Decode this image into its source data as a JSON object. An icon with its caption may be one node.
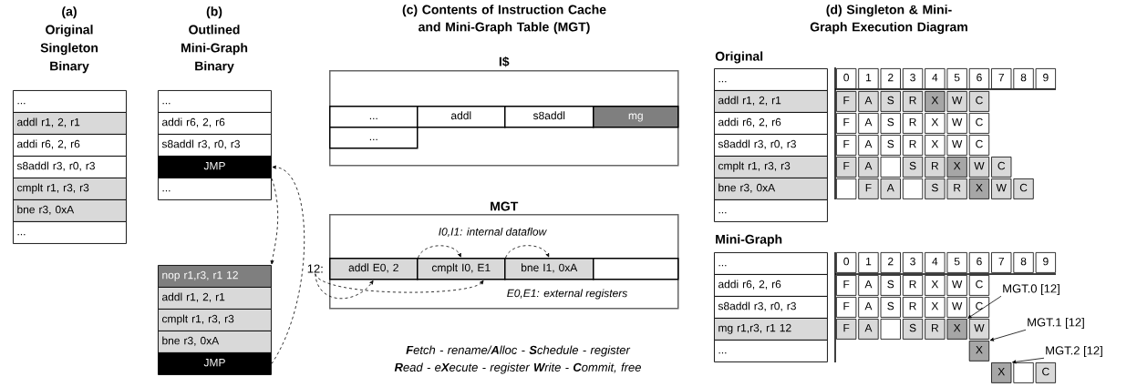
{
  "diagram": {
    "nodes": [
      {
        "text": [
          "..."
        ]
      },
      {
        "text": [
          "addl r1, 2, r1"
        ]
      },
      {
        "text": [
          "addi r6, 2, r6"
        ]
      },
      {
        "text": [
          "s8addl r3, r0, r3"
        ]
      },
      {
        "text": [
          "cmplt r1, r3, r3"
        ]
      },
      {
        "text": [
          "bne r3, 0xA"
        ]
      },
      {
        "text": [
          "..."
        ]
      },
      {
        "text": [
          "..."
        ]
      },
      {
        "text": [
          "addi r6, 2, r6"
        ]
      },
      {
        "text": [
          "s8addl r3, r0, r3"
        ]
      },
      {
        "text": [
          "JMP"
        ]
      },
      {
        "text": [
          "..."
        ]
      },
      {
        "text": [
          "nop r1,r3, r1 12"
        ]
      },
      {
        "text": [
          "addl r1, 2, r1"
        ]
      },
      {
        "text": [
          "cmplt r1, r3, r3"
        ]
      },
      {
        "text": [
          "bne r3, 0xA"
        ]
      },
      {
        "text": [
          "JMP"
        ]
      },
      {
        "text": [
          "I$"
        ]
      },
      {
        "text": [
          "..."
        ],
        "in": 17
      },
      {
        "text": [
          "addl"
        ],
        "in": 17
      },
      {
        "text": [
          "s8addl"
        ],
        "in": 17
      },
      {
        "text": [
          "mg"
        ],
        "in": 17
      },
      {
        "text": [
          "..."
        ],
        "in": 17
      },
      {
        "text": [
          "MGT"
        ]
      },
      {
        "text": [
          "12:"
        ]
      },
      {
        "text": [
          "addl E0, 2"
        ],
        "in": 23
      },
      {
        "text": [
          "cmplt I0, E1"
        ],
        "in": 23
      },
      {
        "text": [
          "bne I1, 0xA"
        ],
        "in": 23
      },
      {
        "text": [],
        "shape": "box",
        "in": 23
      },
      {
        "text": [
          "..."
        ]
      },
      {
        "text": [
          "addl r1, 2, r1"
        ]
      },
      {
        "text": [
          "addi r6, 2, r6"
        ]
      },
      {
        "text": [
          "s8addl r3, r0, r3"
        ]
      },
      {
        "text": [
          "cmplt r1, r3, r3"
        ]
      },
      {
        "text": [
          "bne r3, 0xA"
        ]
      },
      {
        "text": [
          "..."
        ]
      },
      {
        "text": [
          "0"
        ]
      },
      {
        "text": [
          "1"
        ]
      },
      {
        "text": [
          "2"
        ]
      },
      {
        "text": [
          "3"
        ]
      },
      {
        "text": [
          "4"
        ]
      },
      {
        "text": [
          "5"
        ]
      },
      {
        "text": [
          "6"
        ]
      },
      {
        "text": [
          "7"
        ]
      },
      {
        "text": [
          "8"
        ]
      },
      {
        "text": [
          "9"
        ]
      },
      {
        "text": [
          "F"
        ]
      },
      {
        "text": [
          "A"
        ]
      },
      {
        "text": [
          "S"
        ]
      },
      {
        "text": [
          "R"
        ]
      },
      {
        "text": [
          "X"
        ]
      },
      {
        "text": [
          "W"
        ]
      },
      {
        "text": [
          "C"
        ]
      },
      {
        "text": [
          "F"
        ]
      },
      {
        "text": [
          "A"
        ]
      },
      {
        "text": [
          "S"
        ]
      },
      {
        "text": [
          "R"
        ]
      },
      {
        "text": [
          "X"
        ]
      },
      {
        "text": [
          "W"
        ]
      },
      {
        "text": [
          "C"
        ]
      },
      {
        "text": [
          "F"
        ]
      },
      {
        "text": [
          "A"
        ]
      },
      {
        "text": [
          "S"
        ]
      },
      {
        "text": [
          "R"
        ]
      },
      {
        "text": [
          "X"
        ]
      },
      {
        "text": [
          "W"
        ]
      },
      {
        "text": [
          "C"
        ]
      },
      {
        "text": [
          "F"
        ]
      },
      {
        "text": [
          "A"
        ]
      },
      {
        "text": [],
        "shape": "box"
      },
      {
        "text": [
          "S"
        ]
      },
      {
        "text": [
          "R"
        ]
      },
      {
        "text": [
          "X"
        ]
      },
      {
        "text": [
          "W"
        ]
      },
      {
        "text": [
          "C"
        ]
      },
      {
        "text": [],
        "shape": "box"
      },
      {
        "text": [
          "F"
        ]
      },
      {
        "text": [
          "A"
        ]
      },
      {
        "text": [],
        "shape": "box"
      },
      {
        "text": [
          "S"
        ]
      },
      {
        "text": [
          "R"
        ]
      },
      {
        "text": [
          "X"
        ]
      },
      {
        "text": [
          "W"
        ]
      },
      {
        "text": [
          "C"
        ]
      },
      {
        "text": [
          "..."
        ]
      },
      {
        "text": [
          "addi r6, 2, r6"
        ]
      },
      {
        "text": [
          "s8addl r3, r0, r3"
        ]
      },
      {
        "text": [
          "mg r1,r3, r1 12"
        ]
      },
      {
        "text": [
          "..."
        ]
      },
      {
        "text": [
          "0"
        ]
      },
      {
        "text": [
          "1"
        ]
      },
      {
        "text": [
          "2"
        ]
      },
      {
        "text": [
          "3"
        ]
      },
      {
        "text": [
          "4"
        ]
      },
      {
        "text": [
          "5"
        ]
      },
      {
        "text": [
          "6"
        ]
      },
      {
        "text": [
          "7"
        ]
      },
      {
        "text": [
          "8"
        ]
      },
      {
        "text": [
          "9"
        ]
      },
      {
        "text": [
          "F"
        ]
      },
      {
        "text": [
          "A"
        ]
      },
      {
        "text": [
          "S"
        ]
      },
      {
        "text": [
          "R"
        ]
      },
      {
        "text": [
          "X"
        ]
      },
      {
        "text": [
          "W"
        ]
      },
      {
        "text": [
          "C"
        ]
      },
      {
        "text": [
          "F"
        ]
      },
      {
        "text": [
          "A"
        ]
      },
      {
        "text": [
          "S"
        ]
      },
      {
        "text": [
          "R"
        ]
      },
      {
        "text": [
          "X"
        ]
      },
      {
        "text": [
          "W"
        ]
      },
      {
        "text": [
          "C"
        ]
      },
      {
        "text": [
          "F"
        ]
      },
      {
        "text": [
          "A"
        ]
      },
      {
        "text": [],
        "shape": "box"
      },
      {
        "text": [
          "S"
        ]
      },
      {
        "text": [
          "R"
        ]
      },
      {
        "text": [
          "X"
        ]
      },
      {
        "text": [
          "W"
        ]
      },
      {
        "text": [
          "X"
        ]
      },
      {
        "text": [
          "X"
        ]
      },
      {
        "text": [],
        "shape": "box"
      },
      {
        "text": [
          "C"
        ]
      },
      {
        "text": [
          "MGT.0 [12]"
        ]
      },
      {
        "text": [
          "MGT.1 [12]"
        ]
      },
      {
        "text": [
          "MGT.2 [12]"
        ]
      }
    ],
    "edges": [
      {
        "from": 10,
        "to": 12,
        "arrow": "to",
        "style": "dashed"
      },
      {
        "from": 16,
        "to": 10,
        "arrow": "to",
        "style": "dashed"
      },
      {
        "from": 25,
        "to": 26,
        "arrow": "to",
        "style": "dashed"
      },
      {
        "from": 26,
        "to": 27,
        "arrow": "to",
        "style": "dashed"
      },
      {
        "from": 24,
        "to": 25,
        "arrow": "to",
        "style": "dashed"
      },
      {
        "from": 24,
        "to": 26,
        "arrow": "to",
        "style": "dashed"
      },
      {
        "from": 124,
        "to": 118,
        "arrow": "to"
      },
      {
        "from": 125,
        "to": 120,
        "arrow": "to"
      },
      {
        "from": 126,
        "to": 121,
        "arrow": "to"
      }
    ],
    "labels": [
      "(a) Original Singleton Binary",
      "(b) Outlined Mini-Graph Binary",
      "(c) Contents of Instruction Cache and Mini-Graph Table (MGT)",
      "(d) Singleton & Mini-Graph Execution Diagram",
      "Original",
      "Mini-Graph",
      "I0,I1: internal dataflow",
      "E0,E1: external registers",
      "**F**etch - rename/**A**lloc - **S**chedule - register **R**ead - e**X**ecute - register **W**rite - **C**ommit, free"
    ]
  }
}
